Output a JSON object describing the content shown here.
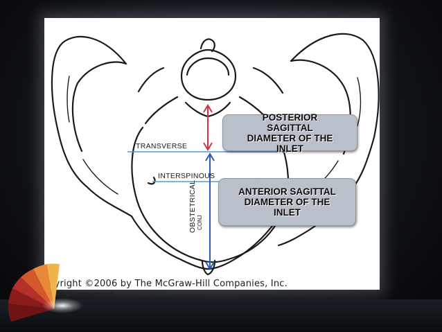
{
  "callouts": {
    "posterior": "POSTERIOR\nSAGITTAL\nDIAMETER OF THE\nINLET",
    "anterior": "ANTERIOR SAGITTAL\nDIAMETER OF THE\nINLET"
  },
  "figure_labels": {
    "transverse": "TRANSVERSE",
    "interspinous": "INTERSPINOUS",
    "obstetrical": "OBSTETRICAL",
    "conj": "CONJ"
  },
  "copyright": "opyright ©2006 by The McGraw-Hill Companies, Inc.",
  "rights": "ll rights reserved.",
  "colors": {
    "posterior_arrow": "#d0343d",
    "anterior_arrow": "#2f57b6",
    "diameter_lines": "#4f9bd8",
    "callout_fill": "#b9c0c9"
  }
}
